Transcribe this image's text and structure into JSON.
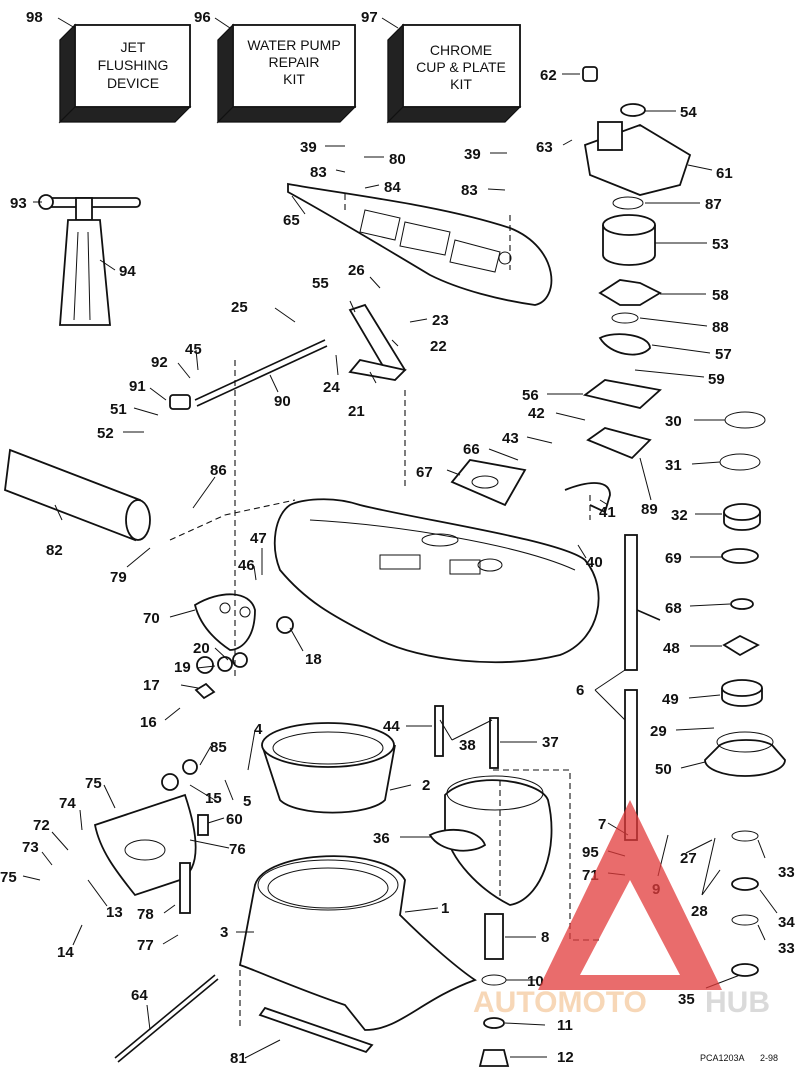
{
  "kit_boxes": [
    {
      "num": "98",
      "lines": [
        "JET",
        "FLUSHING",
        "DEVICE"
      ]
    },
    {
      "num": "96",
      "lines": [
        "WATER PUMP",
        "REPAIR",
        "KIT"
      ]
    },
    {
      "num": "97",
      "lines": [
        "CHROME",
        "CUP & PLATE",
        "KIT"
      ]
    }
  ],
  "callouts": [
    "1",
    "2",
    "3",
    "4",
    "5",
    "6",
    "7",
    "8",
    "9",
    "10",
    "11",
    "12",
    "13",
    "14",
    "15",
    "16",
    "17",
    "18",
    "19",
    "20",
    "21",
    "22",
    "23",
    "24",
    "25",
    "26",
    "27",
    "28",
    "29",
    "30",
    "31",
    "32",
    "33",
    "33",
    "34",
    "35",
    "36",
    "37",
    "38",
    "39",
    "39",
    "40",
    "41",
    "42",
    "43",
    "44",
    "45",
    "46",
    "47",
    "48",
    "49",
    "50",
    "51",
    "52",
    "53",
    "54",
    "55",
    "56",
    "57",
    "58",
    "59",
    "60",
    "61",
    "62",
    "63",
    "64",
    "65",
    "66",
    "67",
    "68",
    "69",
    "70",
    "71",
    "72",
    "73",
    "74",
    "75",
    "75",
    "76",
    "77",
    "78",
    "79",
    "80",
    "81",
    "82",
    "83",
    "83",
    "84",
    "85",
    "86",
    "87",
    "88",
    "89",
    "90",
    "91",
    "92",
    "93",
    "94",
    "95"
  ],
  "figure_code": "PCA1203A",
  "figure_date": "2-98",
  "watermark": {
    "auto_text": "AUTOMOTO",
    "hub_text": "HUB",
    "accent_color": "#e23b3b"
  }
}
